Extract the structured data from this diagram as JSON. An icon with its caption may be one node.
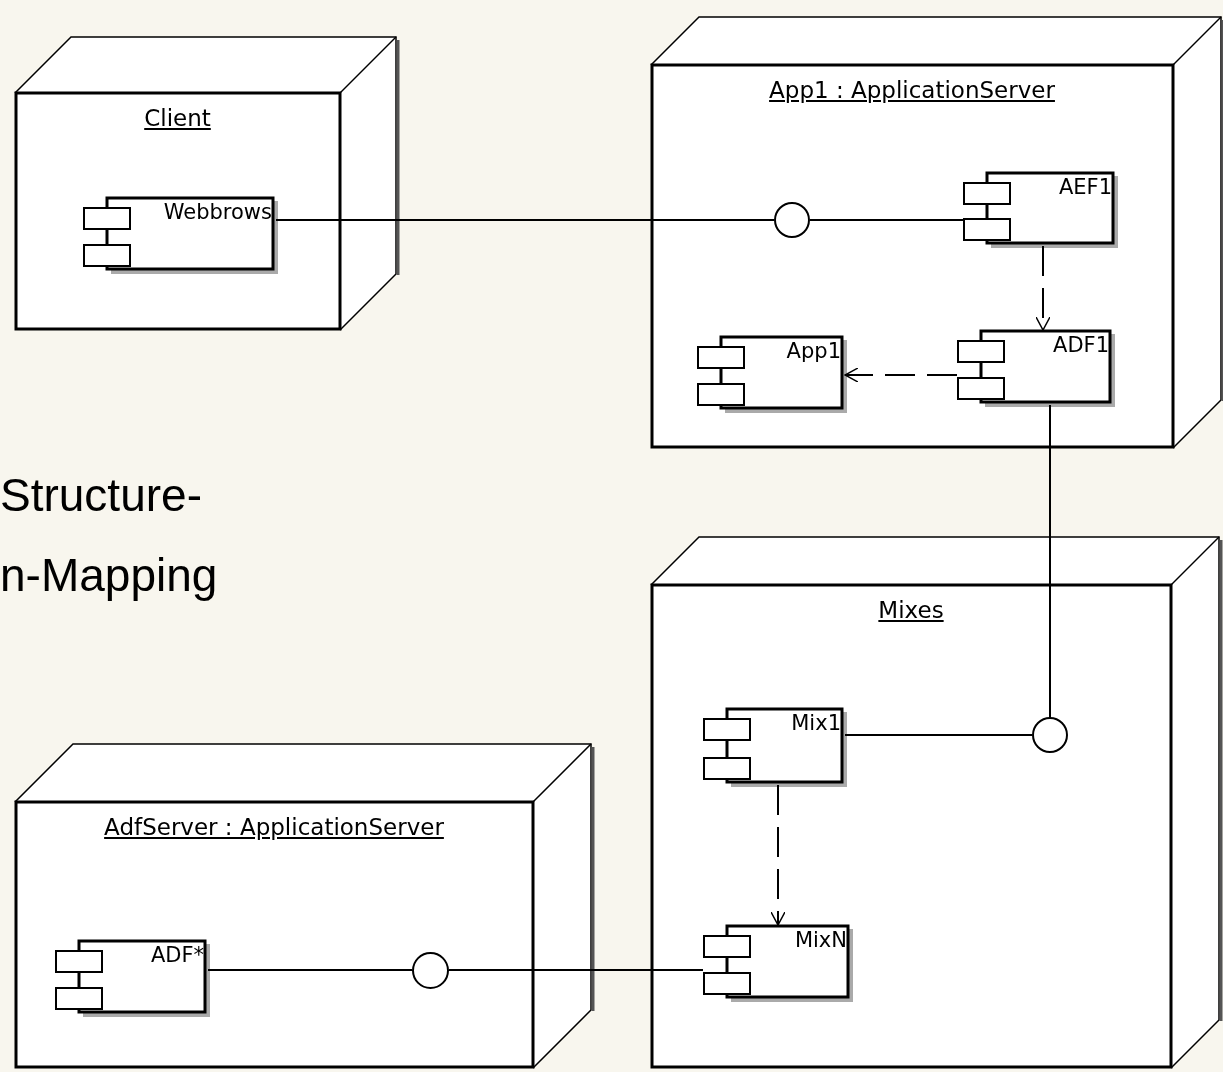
{
  "diagram": {
    "nodes": [
      {
        "text": [
          "Client"
        ]
      },
      {
        "text": [
          "Webbrows"
        ],
        "in": 0
      },
      {
        "text": [
          "App1 : ApplicationServer"
        ]
      },
      {
        "text": [],
        "shape": "circle",
        "in": 2
      },
      {
        "text": [
          "AEF1"
        ],
        "in": 2
      },
      {
        "text": [
          "App1"
        ],
        "in": 2
      },
      {
        "text": [
          "ADF1"
        ],
        "in": 2
      },
      {
        "text": [
          "Mixes"
        ]
      },
      {
        "text": [
          "Mix1"
        ],
        "in": 7
      },
      {
        "text": [],
        "shape": "circle",
        "in": 7
      },
      {
        "text": [
          "MixN"
        ],
        "in": 7
      },
      {
        "text": [
          "AdfServer : ApplicationServer"
        ]
      },
      {
        "text": [
          "ADF*"
        ],
        "in": 11
      },
      {
        "text": [],
        "shape": "circle",
        "in": 11
      }
    ],
    "edges": [
      {
        "from": 1,
        "to": 3,
        "arrow": "none"
      },
      {
        "from": 3,
        "to": 4,
        "arrow": "none"
      },
      {
        "from": 4,
        "to": 6,
        "arrow": "to",
        "style": "dashed"
      },
      {
        "from": 6,
        "to": 5,
        "arrow": "to",
        "style": "dashed"
      },
      {
        "from": 6,
        "to": 9,
        "arrow": "none"
      },
      {
        "from": 8,
        "to": 9,
        "arrow": "none"
      },
      {
        "from": 8,
        "to": 10,
        "arrow": "to",
        "style": "dashed"
      },
      {
        "from": 12,
        "to": 13,
        "arrow": "none"
      },
      {
        "from": 13,
        "to": 10,
        "arrow": "none"
      }
    ],
    "labels": [
      "Structure-",
      "n-Mapping"
    ]
  }
}
